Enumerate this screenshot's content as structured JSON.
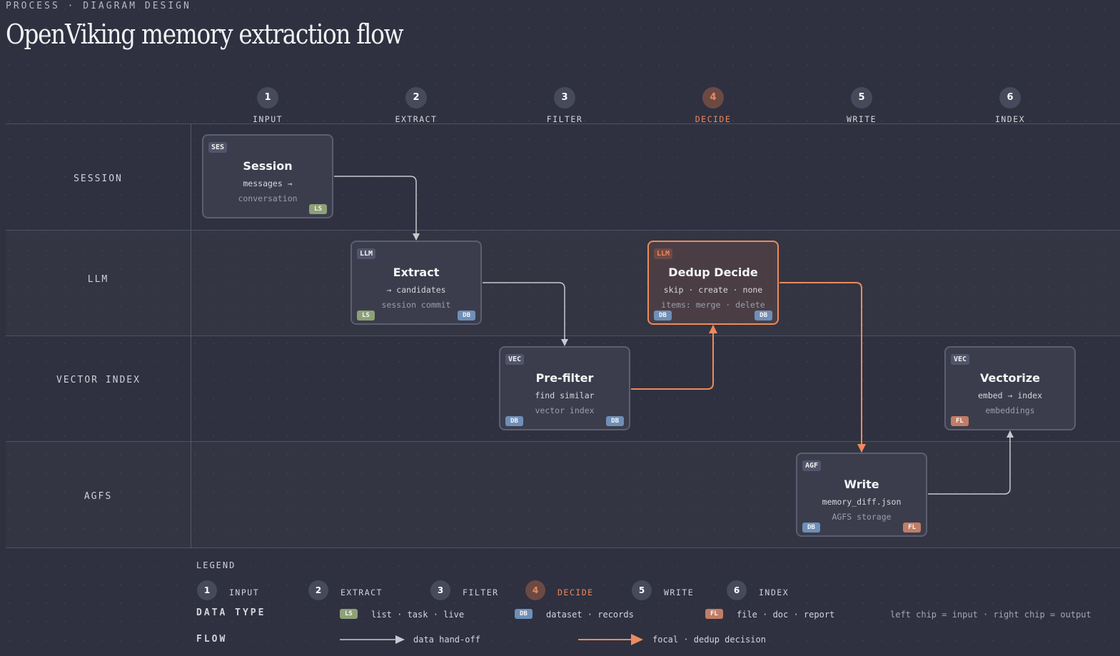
{
  "header": {
    "eyebrow": "PROCESS · DIAGRAM DESIGN",
    "title": "OpenViking memory extraction flow"
  },
  "stages": [
    {
      "num": "1",
      "label": "INPUT",
      "focal": false
    },
    {
      "num": "2",
      "label": "EXTRACT",
      "focal": false
    },
    {
      "num": "3",
      "label": "FILTER",
      "focal": false
    },
    {
      "num": "4",
      "label": "DECIDE",
      "focal": true
    },
    {
      "num": "5",
      "label": "WRITE",
      "focal": false
    },
    {
      "num": "6",
      "label": "INDEX",
      "focal": false
    }
  ],
  "lanes": [
    "SESSION",
    "LLM",
    "VECTOR INDEX",
    "AGFS"
  ],
  "nodes": {
    "session": {
      "tag": "SES",
      "title": "Session",
      "line1": "messages →",
      "line2": "conversation",
      "chips": [
        "LS"
      ]
    },
    "extract": {
      "tag": "LLM",
      "title": "Extract",
      "line1": "→ candidates",
      "line2": "session commit",
      "chips": [
        "LS",
        "DB"
      ]
    },
    "prefilter": {
      "tag": "VEC",
      "title": "Pre-filter",
      "line1": "find similar",
      "line2": "vector index",
      "chips": [
        "DB",
        "DB"
      ]
    },
    "dedup": {
      "tag": "LLM",
      "title": "Dedup Decide",
      "line1": "skip · create · none",
      "line2": "items: merge · delete",
      "chips": [
        "DB",
        "DB"
      ]
    },
    "write": {
      "tag": "AGF",
      "title": "Write",
      "line1": "memory_diff.json",
      "line2": "AGFS storage",
      "chips": [
        "DB",
        "FL"
      ]
    },
    "vectorize": {
      "tag": "VEC",
      "title": "Vectorize",
      "line1": "embed → index",
      "line2": "embeddings",
      "chips": [
        "FL"
      ]
    }
  },
  "legend": {
    "title": "LEGEND",
    "data_type_label": "DATA TYPE",
    "flow_label": "FLOW",
    "types": [
      {
        "chip": "LS",
        "text": "list · task · live"
      },
      {
        "chip": "DB",
        "text": "dataset · records"
      },
      {
        "chip": "FL",
        "text": "file · doc · report"
      }
    ],
    "chip_note": "left chip = input · right chip = output",
    "flows": [
      {
        "text": "data hand-off"
      },
      {
        "text": "focal · dedup decision"
      }
    ]
  },
  "colors": {
    "background": "#2f3140",
    "accent": "#ee8a5c",
    "chip_ls": "#8ea077",
    "chip_db": "#6f8fb8",
    "chip_fl": "#c07d66",
    "arrow": "#c9c9cf"
  }
}
